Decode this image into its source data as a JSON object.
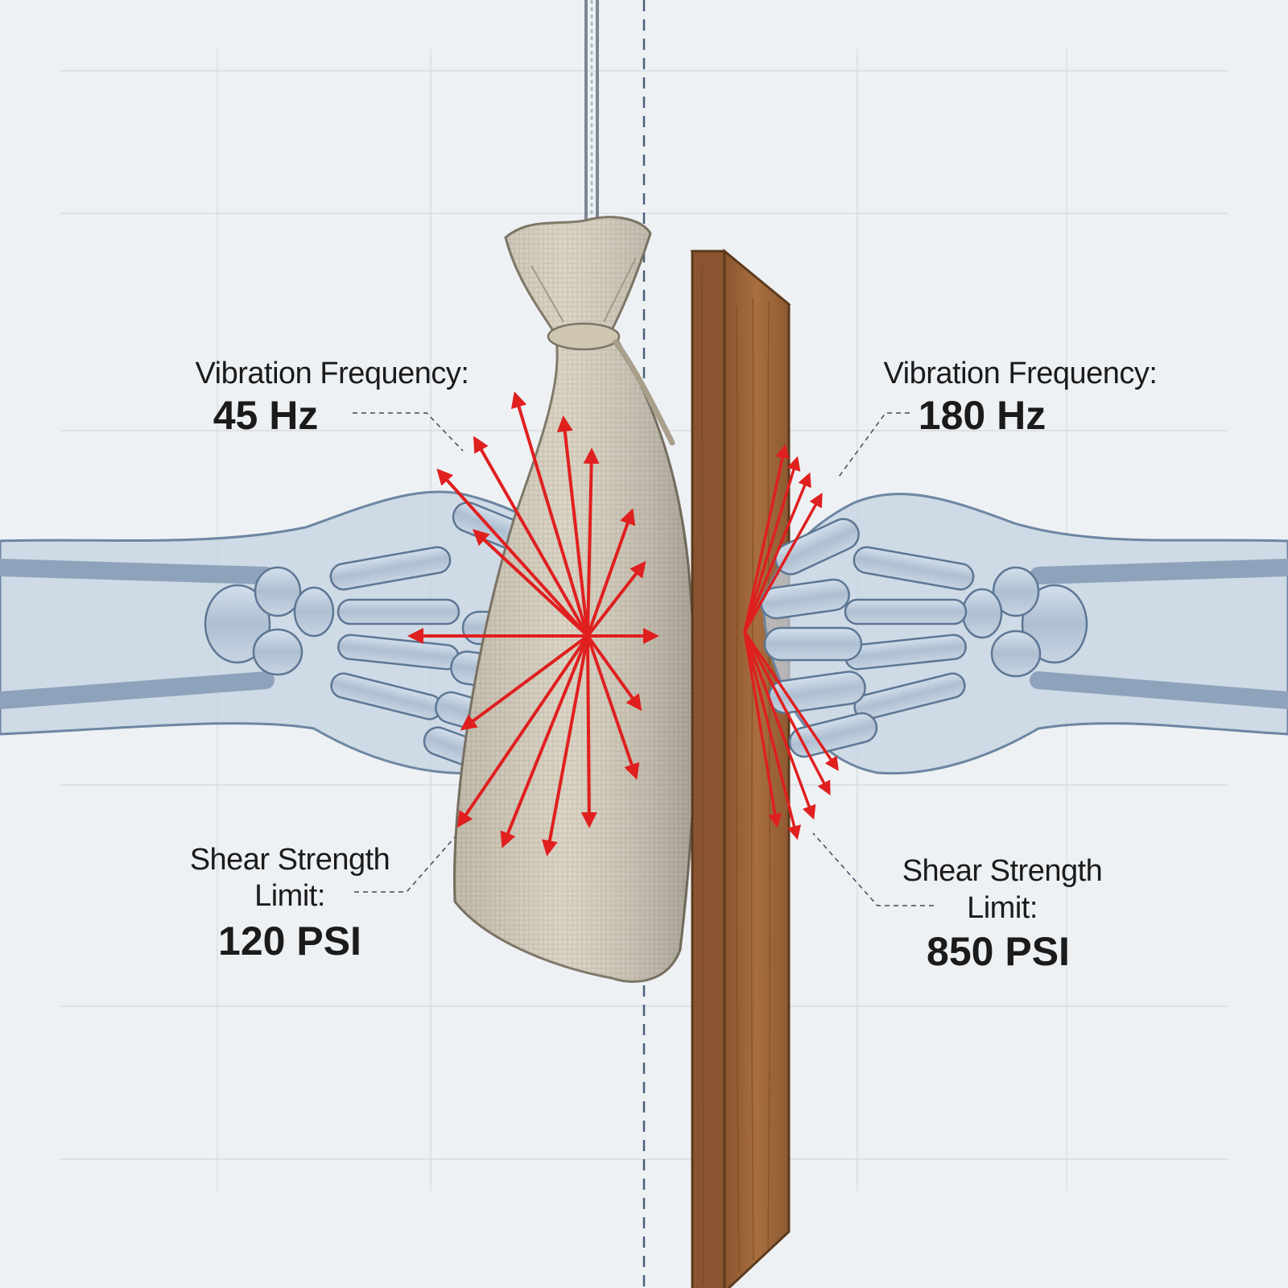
{
  "left": {
    "vibration_label": "Vibration Frequency:",
    "vibration_value": "45 Hz",
    "shear_label_line1": "Shear Strength",
    "shear_label_line2": "Limit:",
    "shear_value": "120 PSI"
  },
  "right": {
    "vibration_label": "Vibration Frequency:",
    "vibration_value": "180 Hz",
    "shear_label_line1": "Shear Strength",
    "shear_label_line2": "Limit:",
    "shear_value": "850 PSI"
  },
  "colors": {
    "background": "#eef1f4",
    "grid": "#d3d8de",
    "force_arrow": "#e01f1f",
    "bag": "#d9d2c2",
    "wood": "#9a6436",
    "bone": "#b9c9da",
    "centerline": "#4a607a"
  },
  "icons": {
    "bag": "sandbag-icon",
    "board": "wooden-board-icon",
    "hand_left": "left-hand-skeleton-icon",
    "hand_right": "right-hand-skeleton-icon",
    "rope": "rope-icon"
  }
}
